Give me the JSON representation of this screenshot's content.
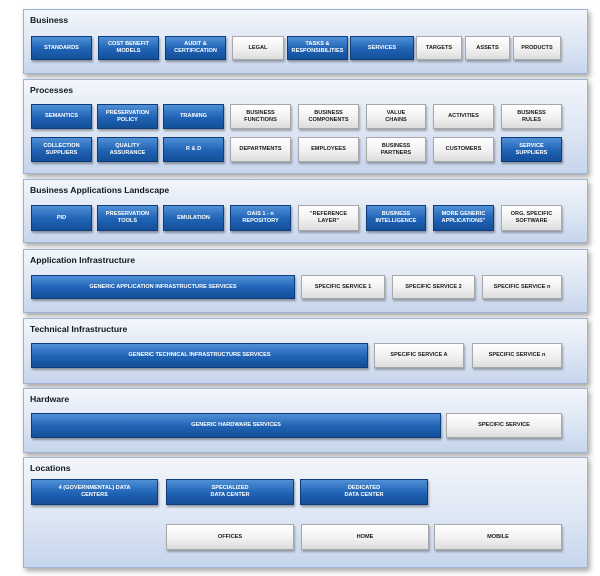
{
  "layers": {
    "business": {
      "title": "Business",
      "boxes": [
        "STANDARDS",
        "COST BENEFIT\nMODELS",
        "AUDIT &\nCERTIFICATION",
        "LEGAL",
        "TASKS &\nRESPONSIBILITIES",
        "SERVICES",
        "TARGETS",
        "ASSETS",
        "PRODUCTS"
      ]
    },
    "processes": {
      "title": "Processes",
      "row1": [
        "SEMANTICS",
        "PRESERVATION\nPOLICY",
        "TRAINING",
        "BUSINESS\nFUNCTIONS",
        "BUSINESS\nCOMPONENTS",
        "VALUE\nCHAINS",
        "ACTIVITIES",
        "BUSINESS\nRULES"
      ],
      "row2": [
        "COLLECTION\nSUPPLIERS",
        "QUALITY\nASSURANCE",
        "R & D",
        "DEPARTMENTS",
        "EMPLOYEES",
        "BUSINESS\nPARTNERS",
        "CUSTOMERS",
        "SERVICE\nSUPPLIERS"
      ]
    },
    "business_applications": {
      "title": "Business Applications Landscape",
      "boxes": [
        "PID",
        "PRESERVATION\nTOOLS",
        "EMULATION",
        "OAIS 1 - n\nREPOSITORY",
        "\"REFERENCE\nLAYER\"",
        "BUSINESS\nINTELLIGENCE",
        "MORE GENERIC\nAPPLICATIONS\"",
        "ORG. SPECIFIC\nSOFTWARE"
      ]
    },
    "application_infrastructure": {
      "title": "Application Infrastructure",
      "boxes": [
        "GENERIC APPLICATION INFRASTRUCTURE SERVICES",
        "SPECIFIC SERVICE 1",
        "SPECIFIC SERVICE 2",
        "SPECIFIC SERVICE n"
      ]
    },
    "technical_infrastructure": {
      "title": "Technical  Infrastructure",
      "boxes": [
        "GENERIC TECHNICAL INFRASTRUCTURE SERVICES",
        "SPECIFIC SERVICE A",
        "SPECIFIC SERVICE n"
      ]
    },
    "hardware": {
      "title": "Hardware",
      "boxes": [
        "GENERIC HARDWARE SERVICES",
        "SPECIFIC SERVICE"
      ]
    },
    "locations": {
      "title": "Locations",
      "row1": [
        "4 (GOVERNMENTAL) DATA\nCENTERS",
        "SPECIALIZED\nDATA CENTER",
        "DEDICATED\nDATA CENTER"
      ],
      "row2": [
        "OFFICES",
        "HOME",
        "MOBILE"
      ]
    }
  },
  "colors": {
    "blue_box": "#1f62b4",
    "grey_box": "#efefef",
    "layer_background": "#dde6f4"
  }
}
